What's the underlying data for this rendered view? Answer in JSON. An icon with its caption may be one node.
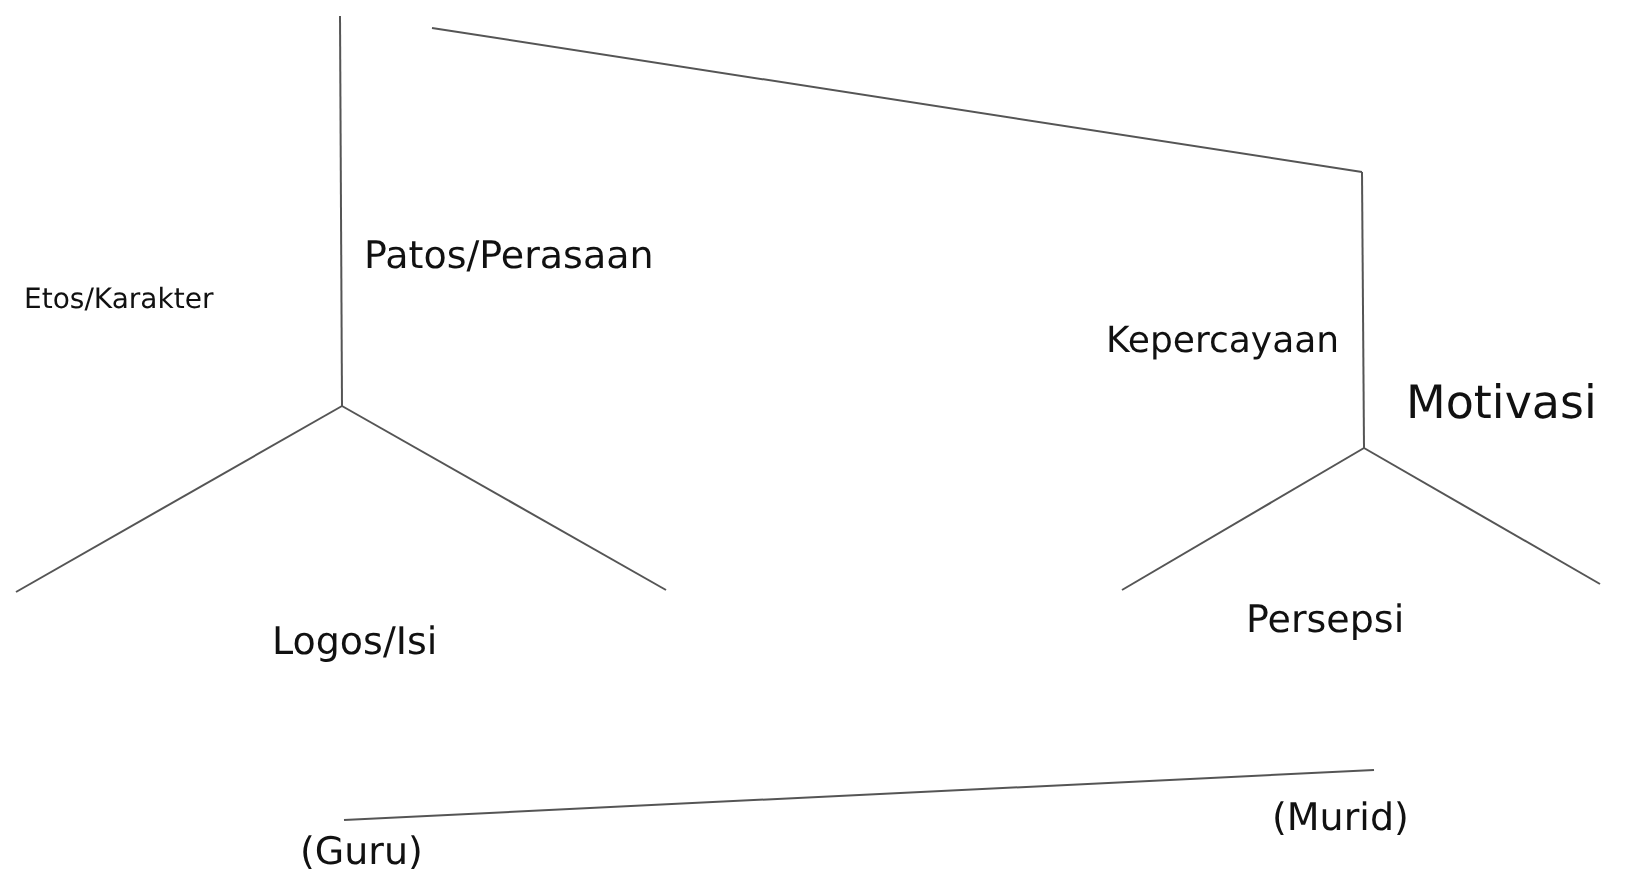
{
  "diagram": {
    "labels": [
      "Patos/Perasaan",
      "Etos/Karakter",
      "Kepercayaan",
      "Motivasi",
      "Persepsi",
      "Logos/Isi",
      "(Murid)",
      "(Guru)"
    ]
  }
}
